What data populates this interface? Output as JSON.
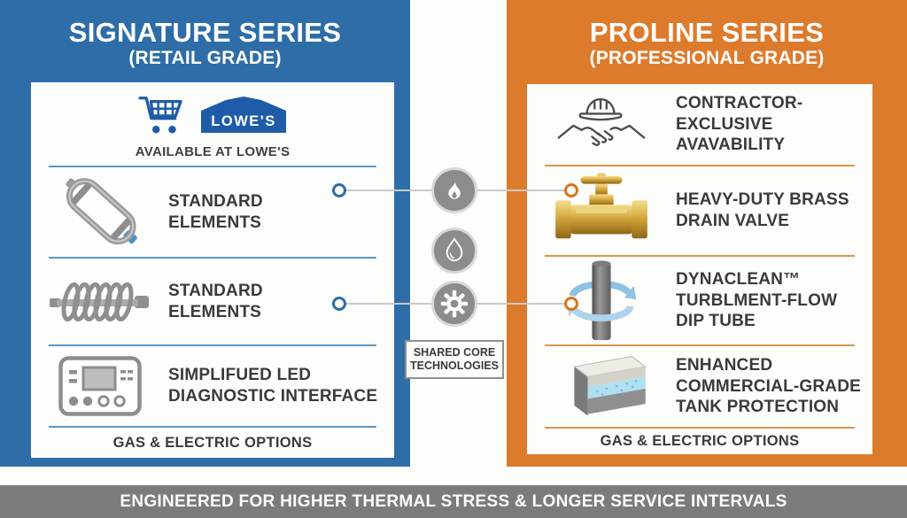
{
  "signature": {
    "title": "SIGNATURE SERIES",
    "subtitle": "(RETAIL GRADE)",
    "retailer_logo": "LOWE'S",
    "availability": "AVAILABLE AT LOWE'S",
    "features": [
      {
        "icon": "heating-element-icon",
        "label": "STANDARD\nELEMENTS"
      },
      {
        "icon": "coil-element-icon",
        "label": "STANDARD\nELEMENTS"
      },
      {
        "icon": "led-panel-icon",
        "label": "SIMPLIFUED LED\nDIAGNOSTIC INTERFACE"
      }
    ],
    "footer": "GAS & ELECTRIC OPTIONS"
  },
  "proline": {
    "title": "PROLINE SERIES",
    "subtitle": "(PROFESSIONAL GRADE)",
    "features": [
      {
        "icon": "contractor-handshake-icon",
        "label": "CONTRACTOR-EXCLUSIVE\nAVAVABILITY"
      },
      {
        "icon": "brass-valve-icon",
        "label": "HEAVY-DUTY BRASS\nDRAIN VALVE"
      },
      {
        "icon": "dip-tube-icon",
        "label": "DYNACLEAN™\nTURBLMENT-FLOW\nDIP TUBE"
      },
      {
        "icon": "tank-protection-icon",
        "label": "ENHANCED\nCOMMERCIAL-GRADE\nTANK PROTECTION"
      }
    ],
    "footer": "GAS & ELECTRIC OPTIONS"
  },
  "center": {
    "label": "SHARED CORE\nTECHNOLOGIES",
    "icons": [
      "flame-icon",
      "water-drop-icon",
      "gear-icon"
    ]
  },
  "banner": "ENGINEERED FOR HIGHER THERMAL STRESS & LONGER SERVICE INTERVALS",
  "colors": {
    "signature_blue": "#2e6da7",
    "proline_orange": "#dd7b2d",
    "lowes_blue": "#1e5ca8",
    "shared_icon_gray": "#8c8c8c",
    "banner_gray": "#7b7b7b",
    "connector_blue": "#2b6ea8",
    "connector_orange": "#d9731c",
    "brass_gold": "#d4a73c",
    "swirl_blue": "#8fc1e3"
  }
}
